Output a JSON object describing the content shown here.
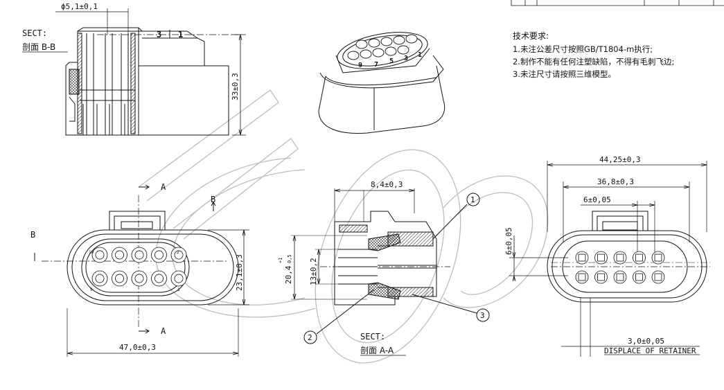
{
  "colors": {
    "ink": "#111111",
    "watermark": "#bdbdbd",
    "hatch": "#333333"
  },
  "top_view": {
    "dia_dim": "ϕ5,1±0,1",
    "sect_label": "SECT:",
    "section_name": "剖面  B-B",
    "height_dim": "33±0,3",
    "pin_marks": [
      "3",
      "1"
    ]
  },
  "iso_view": {
    "pin_numbers": [
      "9",
      "7",
      "5",
      "3",
      "1"
    ]
  },
  "notes": {
    "title": "技术要求:",
    "items": [
      "1.未注公差尺寸按照GB/T1804-m执行;",
      "2.制作不能有任何注塑缺陷，不得有毛刺飞边;",
      "3.未注尺寸请按照三维模型。"
    ]
  },
  "front_view": {
    "width_dim": "47,0±0,3",
    "height_dim": "23,1±0,3",
    "cut_a": "A",
    "cut_b": "B",
    "pin_labels": [
      "10",
      "2",
      "9",
      "1"
    ]
  },
  "section_view": {
    "top_dim": "8,4±0,3",
    "height_outer_dim": "20,4",
    "tol_upper": "+1",
    "tol_lower": "0,5",
    "height_inner_dim": "13±0,2",
    "callouts": [
      "1",
      "2",
      "3"
    ],
    "sect_label": "SECT:",
    "section_name": "剖面  A-A"
  },
  "rear_view": {
    "overall_dim": "44,25±0,3",
    "pitch_span_dim": "36,8±0,3",
    "small_dim": "6±0,05",
    "side_dim": "6±0,05",
    "retainer_dim": "3,0±0,05",
    "retainer_label": "DISPLACE OF RETAINER"
  }
}
